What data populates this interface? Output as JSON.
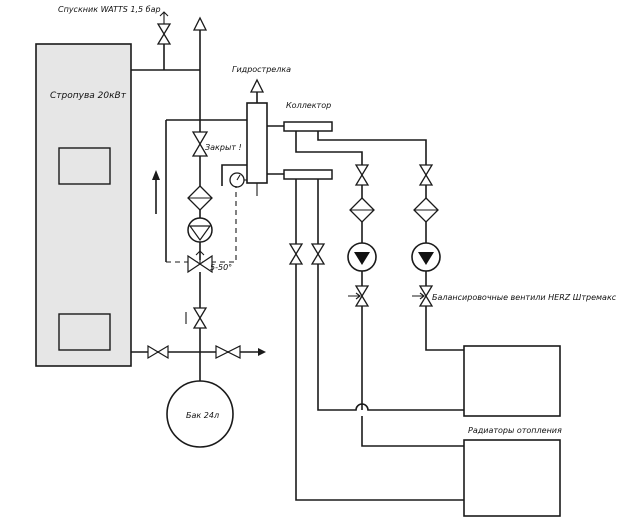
{
  "labels": {
    "safety_valve": "Спускник WATTS 1,5 бар",
    "boiler": "Стропува 20кВт",
    "hydro_arrow": "Гидрострелка",
    "collector": "Коллектор",
    "closed": "Закрыт !",
    "temp_range": "5-50°",
    "balancing_valves": "Балансировочные вентили HERZ Штремакс",
    "tank": "Бак 24л",
    "radiators": "Радиаторы отопления"
  }
}
